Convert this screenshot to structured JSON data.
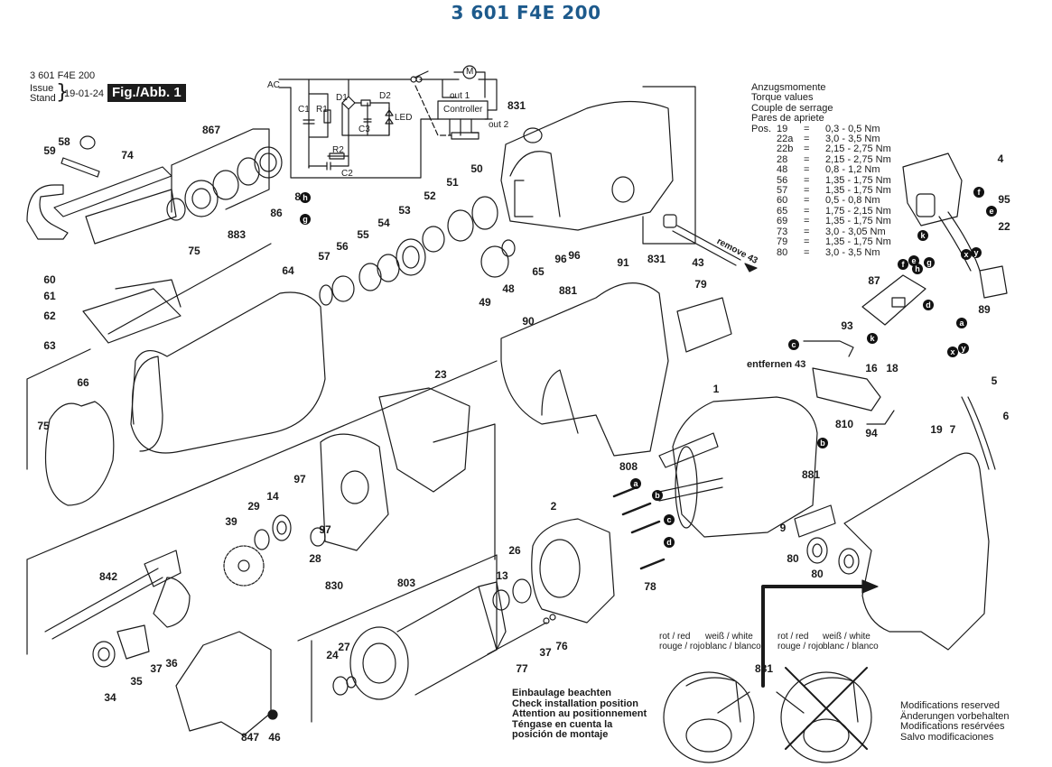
{
  "title": "3 601 F4E 200",
  "colors": {
    "title": "#1d5a8c",
    "ink": "#1a1a1a",
    "badge_bg": "#1c1c1c"
  },
  "header": {
    "model_code": "3 601 F4E 200",
    "issue_label": "Issue",
    "stand_label": "Stand",
    "brace": "}",
    "date": "19-01-24",
    "figure": "Fig./Abb. 1"
  },
  "circuit": {
    "ac": "AC",
    "c1": "C1",
    "r1": "R1",
    "d1": "D1",
    "d2": "D2",
    "c3": "C3",
    "led": "LED",
    "r2": "R2",
    "c2": "C2",
    "motor": "M",
    "out1": "out 1",
    "out2": "out 2",
    "controller": "Controller"
  },
  "torque": {
    "headings": [
      "Anzugsmomente",
      "Torque values",
      "Couple de serrage",
      "Pares de apriete"
    ],
    "pos_label": "Pos.",
    "rows": [
      {
        "pos": "19",
        "value": "0,3 -  0,5 Nm"
      },
      {
        "pos": "22a",
        "value": "3,0 - 3,5 Nm"
      },
      {
        "pos": "22b",
        "value": "2,15 - 2,75 Nm"
      },
      {
        "pos": "28",
        "value": "2,15 - 2,75 Nm"
      },
      {
        "pos": "48",
        "value": "0,8 - 1,2 Nm"
      },
      {
        "pos": "56",
        "value": "1,35 - 1,75 Nm"
      },
      {
        "pos": "57",
        "value": "1,35 - 1,75 Nm"
      },
      {
        "pos": "60",
        "value": "0,5 - 0,8 Nm"
      },
      {
        "pos": "65",
        "value": "1,75 - 2,15 Nm"
      },
      {
        "pos": "69",
        "value": "1,35 - 1,75 Nm"
      },
      {
        "pos": "73",
        "value": "3,0 - 3,05 Nm"
      },
      {
        "pos": "79",
        "value": "1,35 - 1,75 Nm"
      },
      {
        "pos": "80",
        "value": "3,0 - 3,5 Nm"
      }
    ]
  },
  "notes": {
    "remove": "remove 43",
    "entfernen": "entfernen 43",
    "install": [
      "Einbaulage beachten",
      "Check installation position",
      "Attention au positionnement",
      "Téngase en cuenta la",
      "posición de montaje"
    ],
    "modifications": [
      "Modifications reserved",
      "Änderungen vorbehalten",
      "Modifications resérvées",
      "Salvo modificaciones"
    ],
    "wire_left": [
      "rot / red",
      "rouge / rojo",
      "weiß / white",
      "blanc / blanco"
    ],
    "wire_right": [
      "rot / red",
      "rouge / rojo",
      "weiß / white",
      "blanc / blanco"
    ]
  },
  "part_labels": [
    "58",
    "59",
    "74",
    "867",
    "88",
    "86",
    "883",
    "75",
    "60",
    "61",
    "62",
    "63",
    "64",
    "57",
    "56",
    "55",
    "54",
    "53",
    "52",
    "51",
    "50",
    "49",
    "48",
    "65",
    "96",
    "96",
    "91",
    "831",
    "831",
    "43",
    "881",
    "90",
    "79",
    "66",
    "75",
    "23",
    "97",
    "29",
    "14",
    "39",
    "28",
    "97",
    "830",
    "842",
    "37",
    "36",
    "34",
    "35",
    "847",
    "46",
    "803",
    "24",
    "27",
    "13",
    "26",
    "77",
    "37",
    "76",
    "2",
    "78",
    "808",
    "1",
    "9",
    "80",
    "80",
    "881",
    "881",
    "4",
    "95",
    "22",
    "87",
    "89",
    "93",
    "16",
    "18",
    "810",
    "94",
    "5",
    "6",
    "19",
    "7"
  ],
  "wire_markers": [
    "h",
    "g",
    "a",
    "b",
    "c",
    "d",
    "f",
    "e",
    "k",
    "x",
    "y",
    "f",
    "e",
    "h",
    "g",
    "d",
    "k",
    "a",
    "x",
    "y",
    "c",
    "b"
  ]
}
